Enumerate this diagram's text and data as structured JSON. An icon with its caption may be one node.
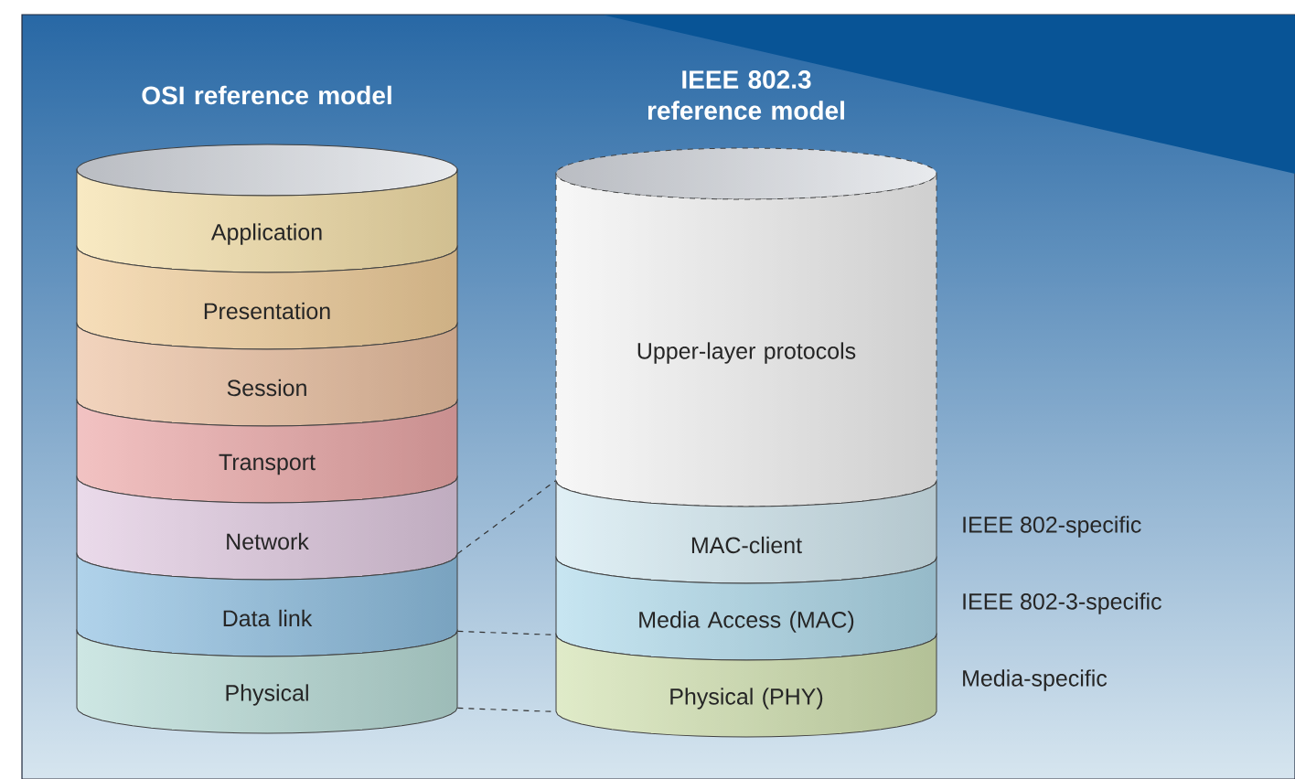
{
  "diagram": {
    "nodes": [
      {
        "text": [
          "Application"
        ]
      },
      {
        "text": [
          "Presentation"
        ]
      },
      {
        "text": [
          "Session"
        ]
      },
      {
        "text": [
          "Transport"
        ]
      },
      {
        "text": [
          "Network"
        ]
      },
      {
        "text": [
          "Data link"
        ]
      },
      {
        "text": [
          "Physical"
        ]
      },
      {
        "text": [
          "Upper-layer protocols"
        ]
      },
      {
        "text": [
          "MAC-client"
        ],
        "beside": [
          "IEEE 802-specific"
        ]
      },
      {
        "text": [
          "Media Access (MAC)"
        ],
        "beside": [
          "IEEE 802-3-specific"
        ]
      },
      {
        "text": [
          "Physical (PHY)"
        ],
        "beside": [
          "Media-specific"
        ]
      }
    ],
    "edges": [
      {
        "from": 5,
        "to": 8,
        "arrow": "none",
        "style": "dashed"
      },
      {
        "from": 5,
        "to": 9,
        "arrow": "none",
        "style": "dashed"
      },
      {
        "from": 6,
        "to": 10,
        "arrow": "none",
        "style": "dashed"
      }
    ],
    "labels": [
      "OSI reference model",
      "IEEE 802.3 reference model"
    ]
  }
}
